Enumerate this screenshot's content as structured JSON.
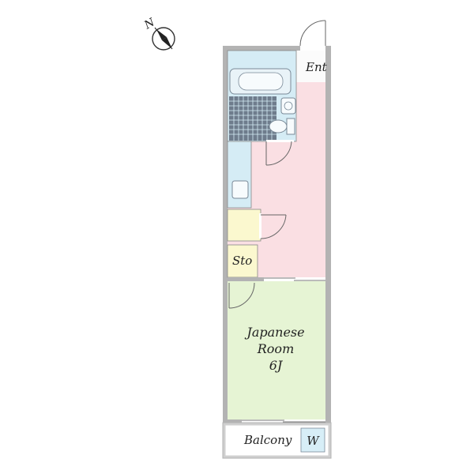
{
  "compass": {
    "north_label": "N",
    "icon": "compass-arrow"
  },
  "labels": {
    "entrance": "Ent",
    "storage": "Sto",
    "room_name_1": "Japanese",
    "room_name_2": "Room",
    "room_size": "6J",
    "balcony": "Balcony",
    "washer": "W"
  },
  "colors": {
    "wall": "#b3b3b3",
    "kitchen_floor": "#fadfe3",
    "bath_area": "#d5ecf5",
    "storage": "#fbf8cf",
    "japanese_room": "#e6f4d4",
    "washer_space": "#d7eef7",
    "tile_grid": "#6e7c8c"
  }
}
